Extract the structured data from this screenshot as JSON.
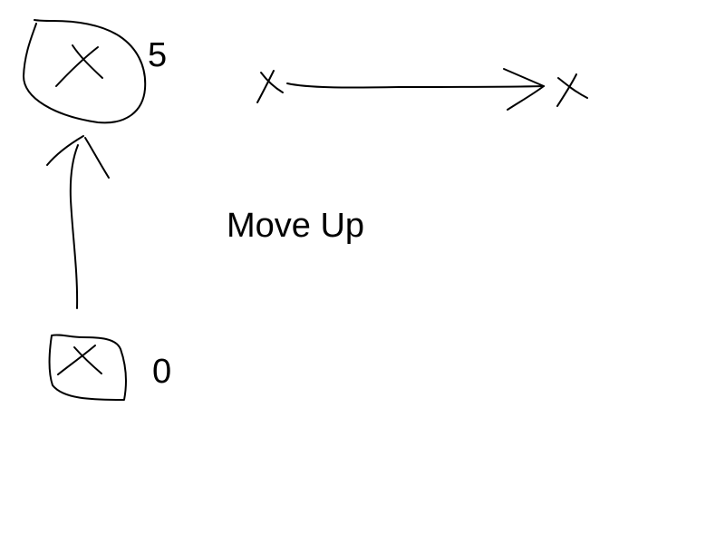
{
  "diagram": {
    "ink_color": "#000000",
    "stroke_width": 2,
    "nodes": {
      "top": {
        "value": "5",
        "symbol": "x-mark-icon"
      },
      "bottom": {
        "value": "0",
        "symbol": "x-mark-icon"
      }
    },
    "caption": "Move Up",
    "horizontal_transition": {
      "from_symbol": "x-mark-icon",
      "to_symbol": "x-mark-icon"
    },
    "vertical_transition": {
      "direction": "up"
    }
  }
}
